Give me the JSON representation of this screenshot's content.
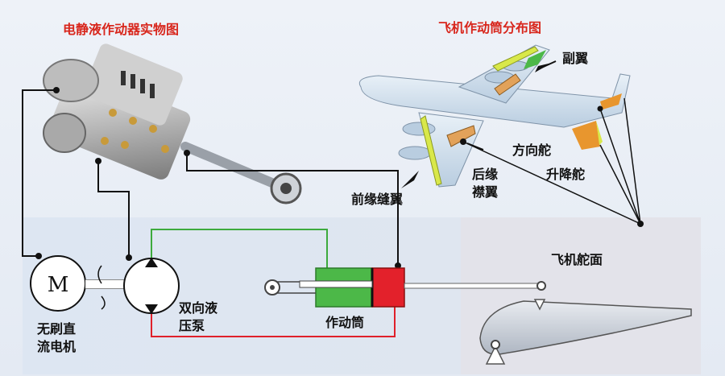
{
  "titles": {
    "actuator_photo": "电静液作动器实物图",
    "plane_distribution": "飞机作动筒分布图",
    "control_surface": "飞机舵面"
  },
  "labels": {
    "aileron": "副翼",
    "rudder": "方向舵",
    "elevator": "升降舵",
    "trailing_flap_l1": "后缘",
    "trailing_flap_l2": "襟翼",
    "leading_slat": "前缘缝翼",
    "motor_symbol": "M",
    "motor_l1": "无刷直",
    "motor_l2": "流电机",
    "pump_l1": "双向液",
    "pump_l2": "压泵",
    "cylinder": "作动筒"
  },
  "colors": {
    "title_red": "#d8261c",
    "pressure_line_green": "#3daa3d",
    "return_line_red": "#e0202a",
    "cylinder_green": "#4cb848",
    "cylinder_red": "#e3212b",
    "plane_body": "#cfe0ee",
    "control_surface_orange": "#e8962e",
    "flap_yellow": "#d9e84a"
  }
}
